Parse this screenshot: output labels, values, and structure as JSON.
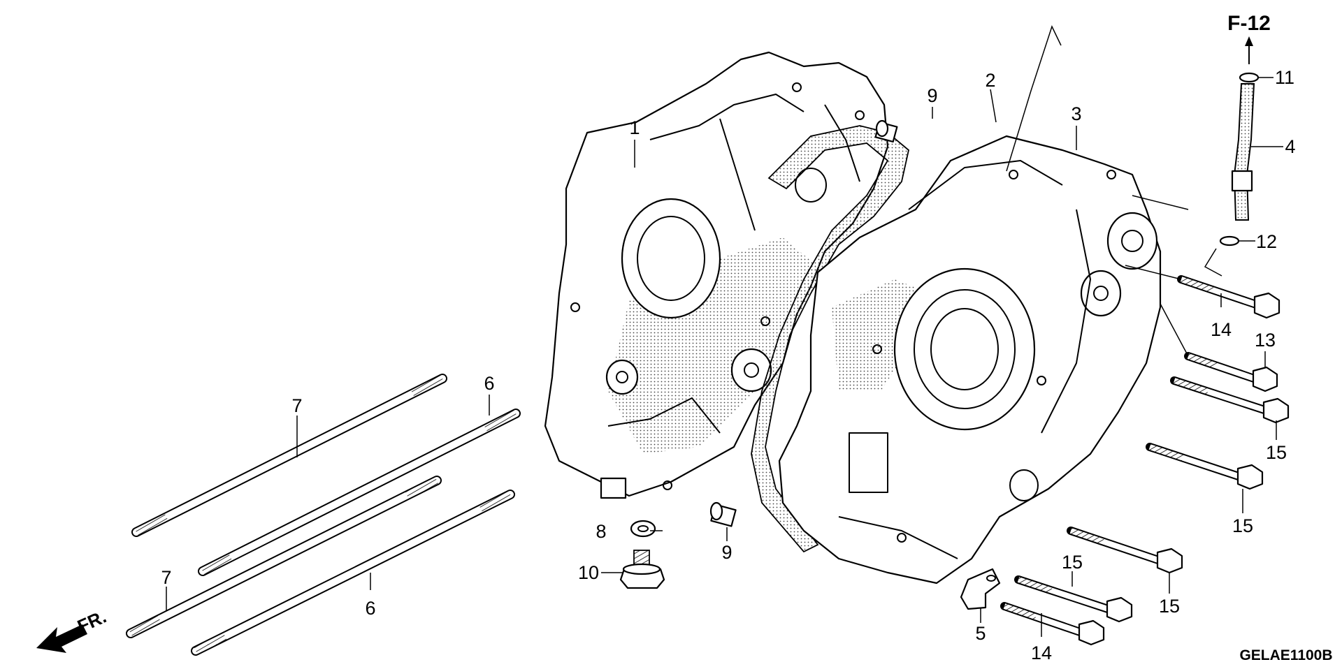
{
  "diagram": {
    "reference": "F-12",
    "code": "GELAE1100B",
    "front_label": "FR.",
    "callouts": {
      "c1": "1",
      "c2": "2",
      "c3": "3",
      "c4": "4",
      "c5": "5",
      "c6a": "6",
      "c6b": "6",
      "c7a": "7",
      "c7b": "7",
      "c8": "8",
      "c9a": "9",
      "c9b": "9",
      "c10": "10",
      "c11": "11",
      "c12": "12",
      "c13": "13",
      "c14a": "14",
      "c14b": "14",
      "c15a": "15",
      "c15b": "15",
      "c15c": "15",
      "c15d": "15"
    }
  }
}
